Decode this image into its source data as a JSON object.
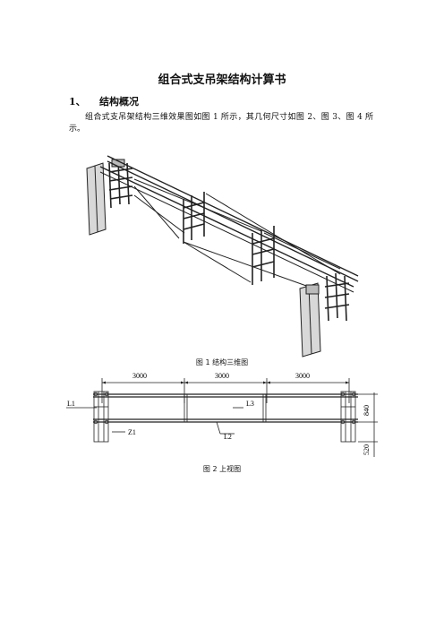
{
  "document": {
    "title": "组合式支吊架结构计算书",
    "section1": {
      "number": "1、",
      "heading": "结构概况"
    },
    "paragraph": "组合式支吊架结构三维效果图如图 1 所示，其几何尺寸如图 2、图 3、图 4 所示。"
  },
  "figure1": {
    "caption": "图 1 结构三维图"
  },
  "figure2": {
    "caption": "图 2 上视图",
    "dim_top": [
      "3000",
      "3000",
      "3000"
    ],
    "dim_right": [
      "840",
      "520"
    ],
    "labels": {
      "l1": "L1",
      "l2": "L2",
      "l3": "L3",
      "z1": "Z1"
    }
  }
}
